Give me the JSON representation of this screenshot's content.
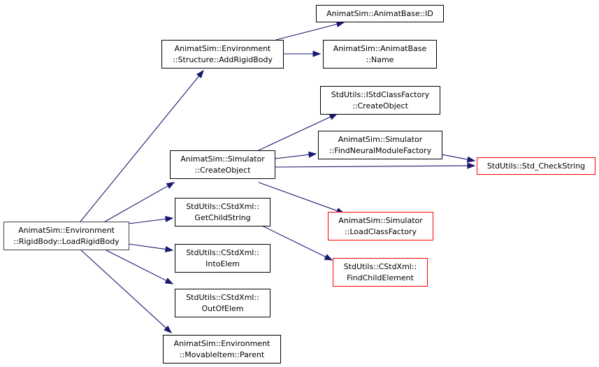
{
  "colors": {
    "edge": "#191970",
    "border_normal": "#000000",
    "border_truncated": "#ff0000",
    "fill_root": "#bfbfbf",
    "fill_normal": "#ffffff"
  },
  "nodes": [
    {
      "id": "loadrigidbody",
      "lines": [
        "AnimatSim::Environment",
        "::RigidBody::LoadRigidBody"
      ],
      "style": "root"
    },
    {
      "id": "addrigidbody",
      "lines": [
        "AnimatSim::Environment",
        "::Structure::AddRigidBody"
      ],
      "style": "normal"
    },
    {
      "id": "animatbase-id",
      "lines": [
        "AnimatSim::AnimatBase::ID"
      ],
      "style": "normal"
    },
    {
      "id": "animatbase-name",
      "lines": [
        "AnimatSim::AnimatBase",
        "::Name"
      ],
      "style": "normal"
    },
    {
      "id": "istdclassfactory-createobject",
      "lines": [
        "StdUtils::IStdClassFactory",
        "::CreateObject"
      ],
      "style": "normal"
    },
    {
      "id": "simulator-createobject",
      "lines": [
        "AnimatSim::Simulator",
        "::CreateObject"
      ],
      "style": "normal"
    },
    {
      "id": "findneuralmodulefactory",
      "lines": [
        "AnimatSim::Simulator",
        "::FindNeuralModuleFactory"
      ],
      "style": "normal"
    },
    {
      "id": "std-checkstring",
      "lines": [
        "StdUtils::Std_CheckString"
      ],
      "style": "truncated"
    },
    {
      "id": "getchildstring",
      "lines": [
        "StdUtils::CStdXml::",
        "GetChildString"
      ],
      "style": "normal"
    },
    {
      "id": "loadclassfactory",
      "lines": [
        "AnimatSim::Simulator",
        "::LoadClassFactory"
      ],
      "style": "truncated"
    },
    {
      "id": "findchildelement",
      "lines": [
        "StdUtils::CStdXml::",
        "FindChildElement"
      ],
      "style": "truncated"
    },
    {
      "id": "intoelem",
      "lines": [
        "StdUtils::CStdXml::",
        "IntoElem"
      ],
      "style": "normal"
    },
    {
      "id": "outofelem",
      "lines": [
        "StdUtils::CStdXml::",
        "OutOfElem"
      ],
      "style": "normal"
    },
    {
      "id": "movableitem-parent",
      "lines": [
        "AnimatSim::Environment",
        "::MovableItem::Parent"
      ],
      "style": "normal"
    }
  ],
  "edges": [
    [
      "loadrigidbody",
      "addrigidbody"
    ],
    [
      "loadrigidbody",
      "simulator-createobject"
    ],
    [
      "loadrigidbody",
      "getchildstring"
    ],
    [
      "loadrigidbody",
      "intoelem"
    ],
    [
      "loadrigidbody",
      "outofelem"
    ],
    [
      "loadrigidbody",
      "movableitem-parent"
    ],
    [
      "addrigidbody",
      "animatbase-id"
    ],
    [
      "addrigidbody",
      "animatbase-name"
    ],
    [
      "simulator-createobject",
      "istdclassfactory-createobject"
    ],
    [
      "simulator-createobject",
      "findneuralmodulefactory"
    ],
    [
      "simulator-createobject",
      "std-checkstring"
    ],
    [
      "simulator-createobject",
      "loadclassfactory"
    ],
    [
      "findneuralmodulefactory",
      "std-checkstring"
    ],
    [
      "getchildstring",
      "findchildelement"
    ]
  ]
}
